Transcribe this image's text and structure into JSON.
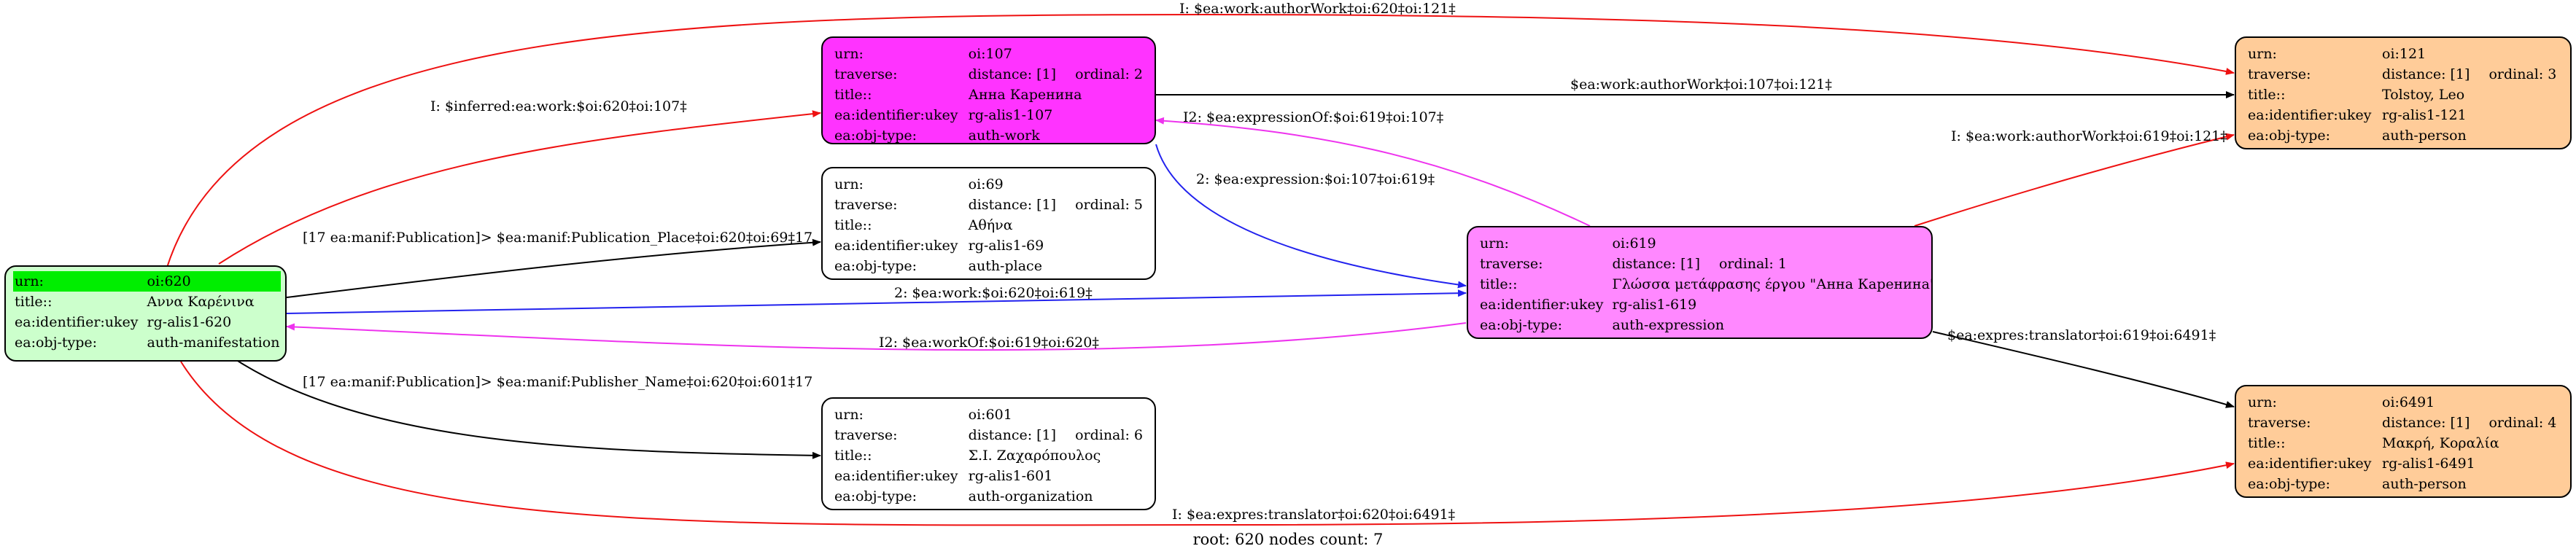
{
  "footer": "root: 620 nodes count: 7",
  "colors": {
    "root_fill": "#ccffcc",
    "root_highlight": "#00ee00",
    "work_fill": "#ff33ff",
    "expression_fill": "#ff88ff",
    "person_fill": "#ffcc99",
    "default_fill": "#ffffff",
    "edge_black": "#000000",
    "edge_red": "#ee1111",
    "edge_blue": "#2222ee",
    "edge_magenta": "#ee33ee"
  },
  "nodes": {
    "n620": {
      "rows": [
        {
          "k": "urn:",
          "v": "oi:620"
        },
        {
          "k": "title::",
          "v": "Αννα Καρένινα"
        },
        {
          "k": "ea:identifier:ukey",
          "v": "rg-alis1-620"
        },
        {
          "k": "ea:obj-type:",
          "v": "auth-manifestation"
        }
      ]
    },
    "n107": {
      "rows": [
        {
          "k": "urn:",
          "v": "oi:107"
        },
        {
          "k": "traverse:",
          "v": "distance: [1]",
          "ord": "ordinal: 2"
        },
        {
          "k": "title::",
          "v": "Анна Каренина"
        },
        {
          "k": "ea:identifier:ukey",
          "v": "rg-alis1-107"
        },
        {
          "k": "ea:obj-type:",
          "v": "auth-work"
        }
      ]
    },
    "n69": {
      "rows": [
        {
          "k": "urn:",
          "v": "oi:69"
        },
        {
          "k": "traverse:",
          "v": "distance: [1]",
          "ord": "ordinal: 5"
        },
        {
          "k": "title::",
          "v": "Αθήνα"
        },
        {
          "k": "ea:identifier:ukey",
          "v": "rg-alis1-69"
        },
        {
          "k": "ea:obj-type:",
          "v": "auth-place"
        }
      ]
    },
    "n601": {
      "rows": [
        {
          "k": "urn:",
          "v": "oi:601"
        },
        {
          "k": "traverse:",
          "v": "distance: [1]",
          "ord": "ordinal: 6"
        },
        {
          "k": "title::",
          "v": "Σ.Ι. Ζαχαρόπουλος"
        },
        {
          "k": "ea:identifier:ukey",
          "v": "rg-alis1-601"
        },
        {
          "k": "ea:obj-type:",
          "v": "auth-organization"
        }
      ]
    },
    "n619": {
      "rows": [
        {
          "k": "urn:",
          "v": "oi:619"
        },
        {
          "k": "traverse:",
          "v": "distance: [1]",
          "ord": "ordinal: 1"
        },
        {
          "k": "title::",
          "v": "Γλώσσα μετάφρασης έργου \"Анна Каренина\""
        },
        {
          "k": "ea:identifier:ukey",
          "v": "rg-alis1-619"
        },
        {
          "k": "ea:obj-type:",
          "v": "auth-expression"
        }
      ]
    },
    "n121": {
      "rows": [
        {
          "k": "urn:",
          "v": "oi:121"
        },
        {
          "k": "traverse:",
          "v": "distance: [1]",
          "ord": "ordinal: 3"
        },
        {
          "k": "title::",
          "v": "Tolstoy, Leo"
        },
        {
          "k": "ea:identifier:ukey",
          "v": "rg-alis1-121"
        },
        {
          "k": "ea:obj-type:",
          "v": "auth-person"
        }
      ]
    },
    "n6491": {
      "rows": [
        {
          "k": "urn:",
          "v": "oi:6491"
        },
        {
          "k": "traverse:",
          "v": "distance: [1]",
          "ord": "ordinal: 4"
        },
        {
          "k": "title::",
          "v": "Μακρή, Κοραλία"
        },
        {
          "k": "ea:identifier:ukey",
          "v": "rg-alis1-6491"
        },
        {
          "k": "ea:obj-type:",
          "v": "auth-person"
        }
      ]
    }
  },
  "edges": [
    {
      "id": "e1",
      "label": "I: $ea:work:authorWork‡oi:620‡oi:121‡",
      "color": "edge_red"
    },
    {
      "id": "e2",
      "label": "I: $inferred:ea:work:$oi:620‡oi:107‡",
      "color": "edge_red"
    },
    {
      "id": "e3",
      "label": "[17 ea:manif:Publication]> $ea:manif:Publication_Place‡oi:620‡oi:69‡17",
      "color": "edge_black"
    },
    {
      "id": "e4",
      "label": "2: $ea:work:$oi:620‡oi:619‡",
      "color": "edge_blue"
    },
    {
      "id": "e5",
      "label": "I2: $ea:workOf:$oi:619‡oi:620‡",
      "color": "edge_magenta"
    },
    {
      "id": "e6",
      "label": "[17 ea:manif:Publication]> $ea:manif:Publisher_Name‡oi:620‡oi:601‡17",
      "color": "edge_black"
    },
    {
      "id": "e7",
      "label": "I: $ea:expres:translator‡oi:620‡oi:6491‡",
      "color": "edge_red"
    },
    {
      "id": "e8",
      "label": "$ea:work:authorWork‡oi:107‡oi:121‡",
      "color": "edge_black"
    },
    {
      "id": "e9",
      "label": "I2: $ea:expressionOf:$oi:619‡oi:107‡",
      "color": "edge_magenta"
    },
    {
      "id": "e10",
      "label": "2: $ea:expression:$oi:107‡oi:619‡",
      "color": "edge_blue"
    },
    {
      "id": "e11",
      "label": "I: $ea:work:authorWork‡oi:619‡oi:121‡",
      "color": "edge_red"
    },
    {
      "id": "e12",
      "label": "$ea:expres:translator‡oi:619‡oi:6491‡",
      "color": "edge_black"
    }
  ]
}
